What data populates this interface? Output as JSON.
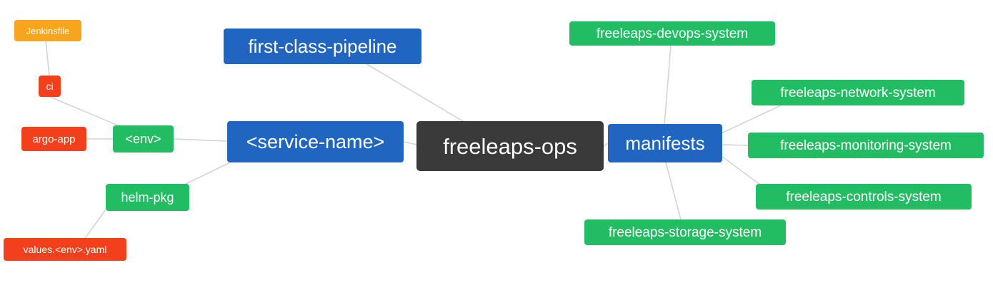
{
  "diagram": {
    "title": "freeleaps-ops mind map",
    "root": {
      "label": "freeleaps-ops"
    },
    "nodes": {
      "jenkinsfile": {
        "label": "Jenkinsfile"
      },
      "ci": {
        "label": "ci"
      },
      "argo_app": {
        "label": "argo-app"
      },
      "env": {
        "label": "<env>"
      },
      "helm_pkg": {
        "label": "helm-pkg"
      },
      "values_env_yaml": {
        "label": "values.<env>.yaml"
      },
      "service_name": {
        "label": "<service-name>"
      },
      "first_class_pipeline": {
        "label": "first-class-pipeline"
      },
      "freeleaps_ops": {
        "label": "freeleaps-ops"
      },
      "manifests": {
        "label": "manifests"
      },
      "devops_system": {
        "label": "freeleaps-devops-system"
      },
      "network_system": {
        "label": "freeleaps-network-system"
      },
      "monitoring_system": {
        "label": "freeleaps-monitoring-system"
      },
      "controls_system": {
        "label": "freeleaps-controls-system"
      },
      "storage_system": {
        "label": "freeleaps-storage-system"
      }
    },
    "edges": [
      [
        "jenkinsfile",
        "ci"
      ],
      [
        "ci",
        "env"
      ],
      [
        "argo_app",
        "env"
      ],
      [
        "env",
        "service_name"
      ],
      [
        "helm_pkg",
        "service_name"
      ],
      [
        "values_env_yaml",
        "helm_pkg"
      ],
      [
        "first_class_pipeline",
        "freeleaps_ops"
      ],
      [
        "service_name",
        "freeleaps_ops"
      ],
      [
        "freeleaps_ops",
        "manifests"
      ],
      [
        "manifests",
        "devops_system"
      ],
      [
        "manifests",
        "network_system"
      ],
      [
        "manifests",
        "monitoring_system"
      ],
      [
        "manifests",
        "controls_system"
      ],
      [
        "manifests",
        "storage_system"
      ]
    ],
    "colors": {
      "blue": "#2065c0",
      "green": "#22bd63",
      "dark": "#3a3a3a",
      "amber": "#f7a41e",
      "red": "#f2401d",
      "edge": "#d4d4d4"
    }
  }
}
